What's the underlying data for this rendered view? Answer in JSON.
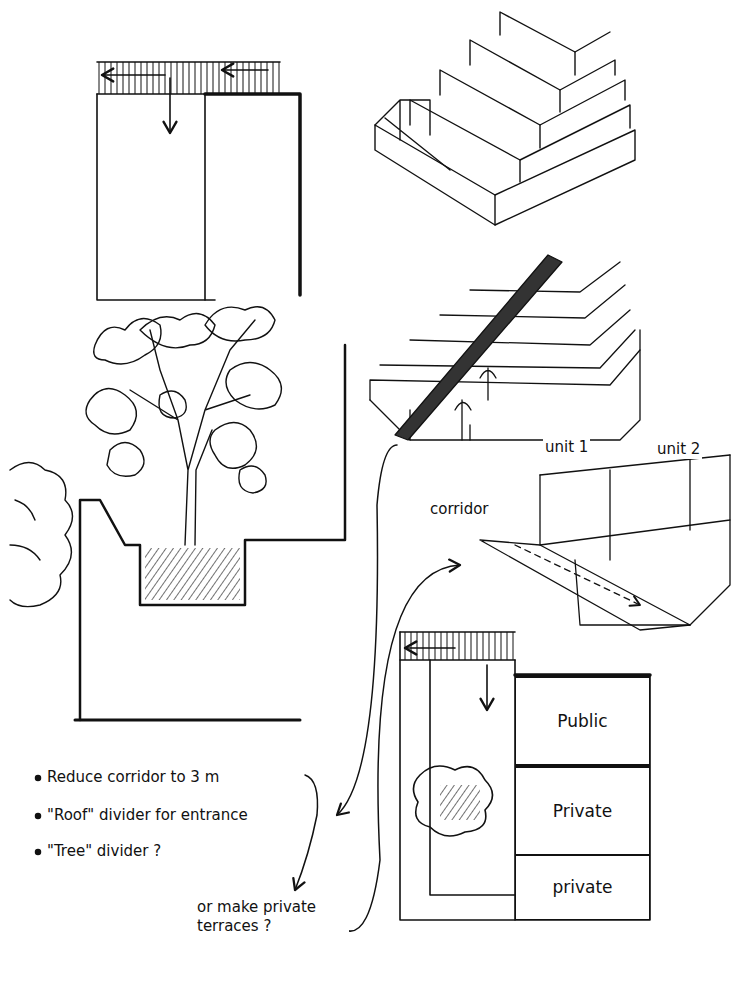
{
  "diagram": {
    "nodes": [
      {
        "text": [
          "Public"
        ]
      },
      {
        "text": [
          "Private"
        ]
      },
      {
        "text": [
          "private"
        ]
      }
    ],
    "labels": [
      "unit 1",
      "unit 2",
      "corridor",
      "Reduce corridor to 3 m",
      "\"Roof\" divider for entrance",
      "\"Tree\" divider ?",
      "or make private terraces ?"
    ]
  }
}
